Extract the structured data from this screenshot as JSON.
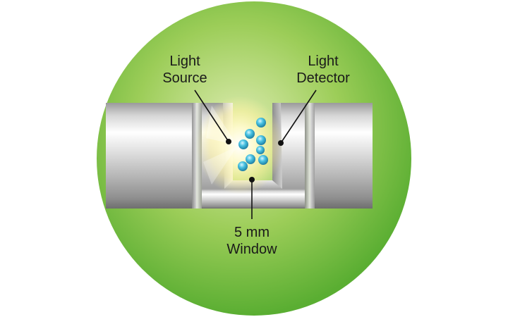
{
  "labels": {
    "light_source_line1": "Light",
    "light_source_line2": "Source",
    "light_detector_line1": "Light",
    "light_detector_line2": "Detector",
    "window_line1": "5 mm",
    "window_line2": "Window"
  },
  "colors": {
    "background_circle_center": "#cfe79a",
    "background_circle_edge": "#5fb336",
    "probe_light": "#f2f2f2",
    "probe_dark": "#8c8c8c",
    "light_glow": "#fff7b0",
    "particle": "#3fb8d8",
    "leader_line": "#111111"
  },
  "icons": {
    "particles": "particle-icon",
    "light_glow": "light-glow-icon"
  }
}
